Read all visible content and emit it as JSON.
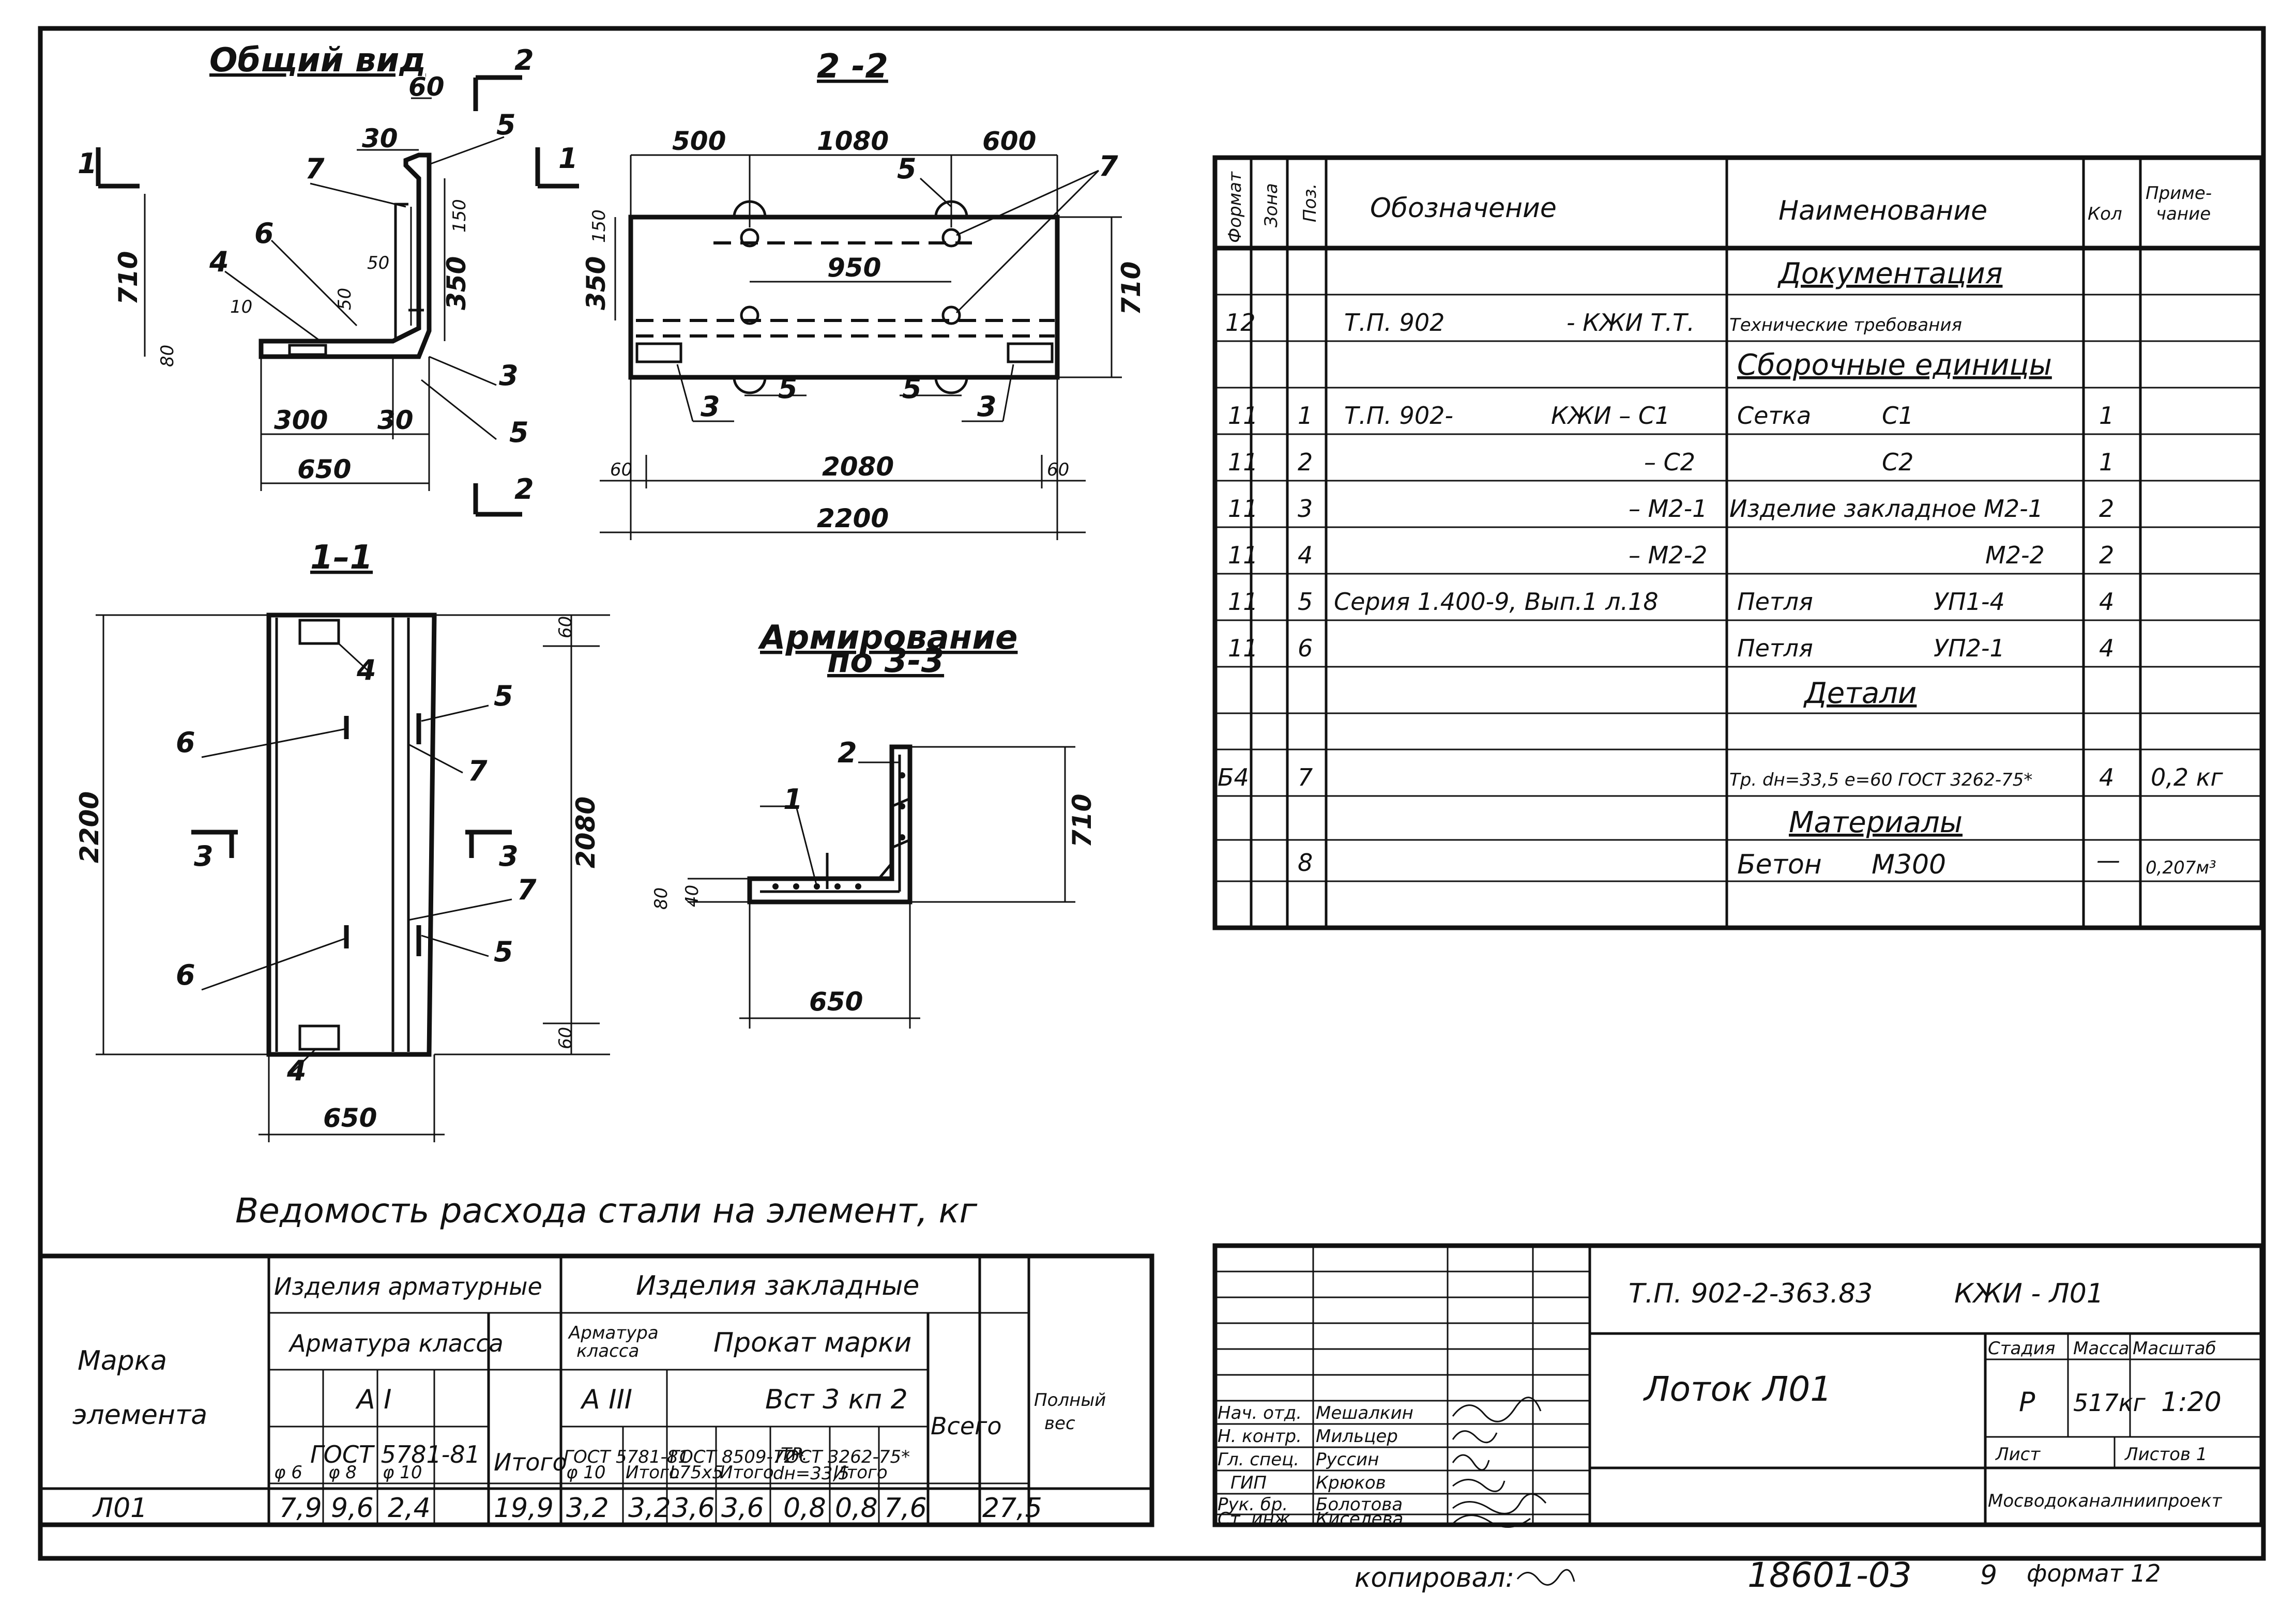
{
  "titles": {
    "general_view": "Общий вид",
    "section_22": "2 -2",
    "section_11": "1–1",
    "reinforcement_line1": "Армирование",
    "reinforcement_line2": "по 3-3",
    "steel_statement": "Ведомость расхода стали на элемент, кг"
  },
  "section_marks": {
    "mark_1": "1",
    "mark_2": "2",
    "mark_3": "3"
  },
  "dims": {
    "d60": "60",
    "d30": "30",
    "d710": "710",
    "d80": "80",
    "d10": "10",
    "d50": "50",
    "d150": "150",
    "d350": "350",
    "d300": "300",
    "d650": "650",
    "d500": "500",
    "d1080": "1080",
    "d600": "600",
    "d950": "950",
    "d2080": "2080",
    "d2200": "2200",
    "d40": "40"
  },
  "positions": {
    "p1": "1",
    "p2": "2",
    "p3": "3",
    "p4": "4",
    "p5": "5",
    "p6": "6",
    "p7": "7"
  },
  "spec_table": {
    "headers": {
      "format": "Формат",
      "zone": "Зона",
      "pos": "Поз.",
      "designation": "Обозначение",
      "name": "Наименование",
      "qty": "Кол",
      "note_line1": "Приме-",
      "note_line2": "чание"
    },
    "sections": {
      "documentation": "Документация",
      "assembly_units": "Сборочные единицы",
      "details": "Детали",
      "materials": "Материалы"
    },
    "rows": [
      {
        "format": "12",
        "pos": "",
        "designation": "Т.П. 902",
        "designation_b": "- КЖИ Т.Т.",
        "name": "Технические требования",
        "name_b": "",
        "qty": "",
        "note": ""
      },
      {
        "format": "11",
        "pos": "1",
        "designation": "Т.П. 902-",
        "designation_b": "КЖИ – С1",
        "name": "Сетка",
        "name_b": "С1",
        "qty": "1",
        "note": ""
      },
      {
        "format": "11",
        "pos": "2",
        "designation": "",
        "designation_b": "– С2",
        "name": "",
        "name_b": "С2",
        "qty": "1",
        "note": ""
      },
      {
        "format": "11",
        "pos": "3",
        "designation": "",
        "designation_b": "– М2-1",
        "name": "Изделие закладное М2-1",
        "name_b": "",
        "qty": "2",
        "note": ""
      },
      {
        "format": "11",
        "pos": "4",
        "designation": "",
        "designation_b": "– М2-2",
        "name": "",
        "name_b": "М2-2",
        "qty": "2",
        "note": ""
      },
      {
        "format": "11",
        "pos": "5",
        "designation": "Серия 1.400-9, Вып.1 л.18",
        "designation_b": "",
        "name": "Петля",
        "name_b": "УП1-4",
        "qty": "4",
        "note": ""
      },
      {
        "format": "11",
        "pos": "6",
        "designation": "",
        "designation_b": "",
        "name": "Петля",
        "name_b": "УП2-1",
        "qty": "4",
        "note": ""
      },
      {
        "format": "Б4",
        "pos": "7",
        "designation": "",
        "designation_b": "",
        "name": "Тр. dн=33,5 e=60 ГОСТ 3262-75*",
        "name_b": "",
        "qty": "4",
        "note": "0,2 кг"
      },
      {
        "format": "",
        "pos": "8",
        "designation": "",
        "designation_b": "",
        "name": "Бетон",
        "name_b": "М300",
        "qty": "—",
        "note": "0,207м³"
      }
    ]
  },
  "steel_table": {
    "element_mark_line1": "Марка",
    "element_mark_line2": "элемента",
    "reinforcing_products": "Изделия арматурные",
    "embedded_products": "Изделия закладные",
    "rebar_class": "Арматура класса",
    "rebar_class_short_line1": "Арматура",
    "rebar_class_short_line2": "класса",
    "rolled_grade": "Прокат марки",
    "class_AI": "А I",
    "class_AIII": "А III",
    "grade_value": "Вст 3 кп 2",
    "gost_5781": "ГОСТ 5781-81",
    "gost_8509": "ГОСТ 8509-72*",
    "gost_3262": "ГОСТ 3262-75*",
    "total": "Итого",
    "total_all": "Всего",
    "full_weight_line1": "Полный",
    "full_weight_line2": "вес",
    "d6": "φ 6",
    "d8": "φ 8",
    "d10": "φ 10",
    "d10b": "φ 10",
    "angle": "L75x5",
    "pipe_line1": "ТР.",
    "pipe_line2": "dн=33,5",
    "values": {
      "mark": "Л01",
      "v_d6": "7,9",
      "v_d8": "9,6",
      "v_d10": "2,4",
      "v_total1": "19,9",
      "v_a3": "3,2",
      "v_total2": "3,2",
      "v_angle": "3,6",
      "v_total3": "3,6",
      "v_pipe": "0,8",
      "v_total4": "0,8",
      "v_all": "7,6",
      "v_full": "27,5"
    }
  },
  "title_block": {
    "code": "Т.П. 902-2-363.83",
    "code_b": "КЖИ - Л01",
    "product": "Лоток Л01",
    "stage_label": "Стадия",
    "mass_label": "Масса",
    "scale_label": "Масштаб",
    "stage": "Р",
    "mass": "517кг",
    "scale": "1:20",
    "sheet_label": "Лист",
    "sheets_label": "Листов 1",
    "org": "Мосводоканалниипроект",
    "roles": [
      "Нач. отд.",
      "Н. контр.",
      "Гл. спец.",
      "ГИП",
      "Рук. бр.",
      "Ст. инж."
    ],
    "names": [
      "Мешалкин",
      "Мильцер",
      "Руссин",
      "Крюков",
      "Болотова",
      "Киселева"
    ]
  },
  "footer": {
    "copied": "копировал:",
    "number": "18601-03",
    "sheet_no": "9",
    "format_note": "формат 12"
  }
}
